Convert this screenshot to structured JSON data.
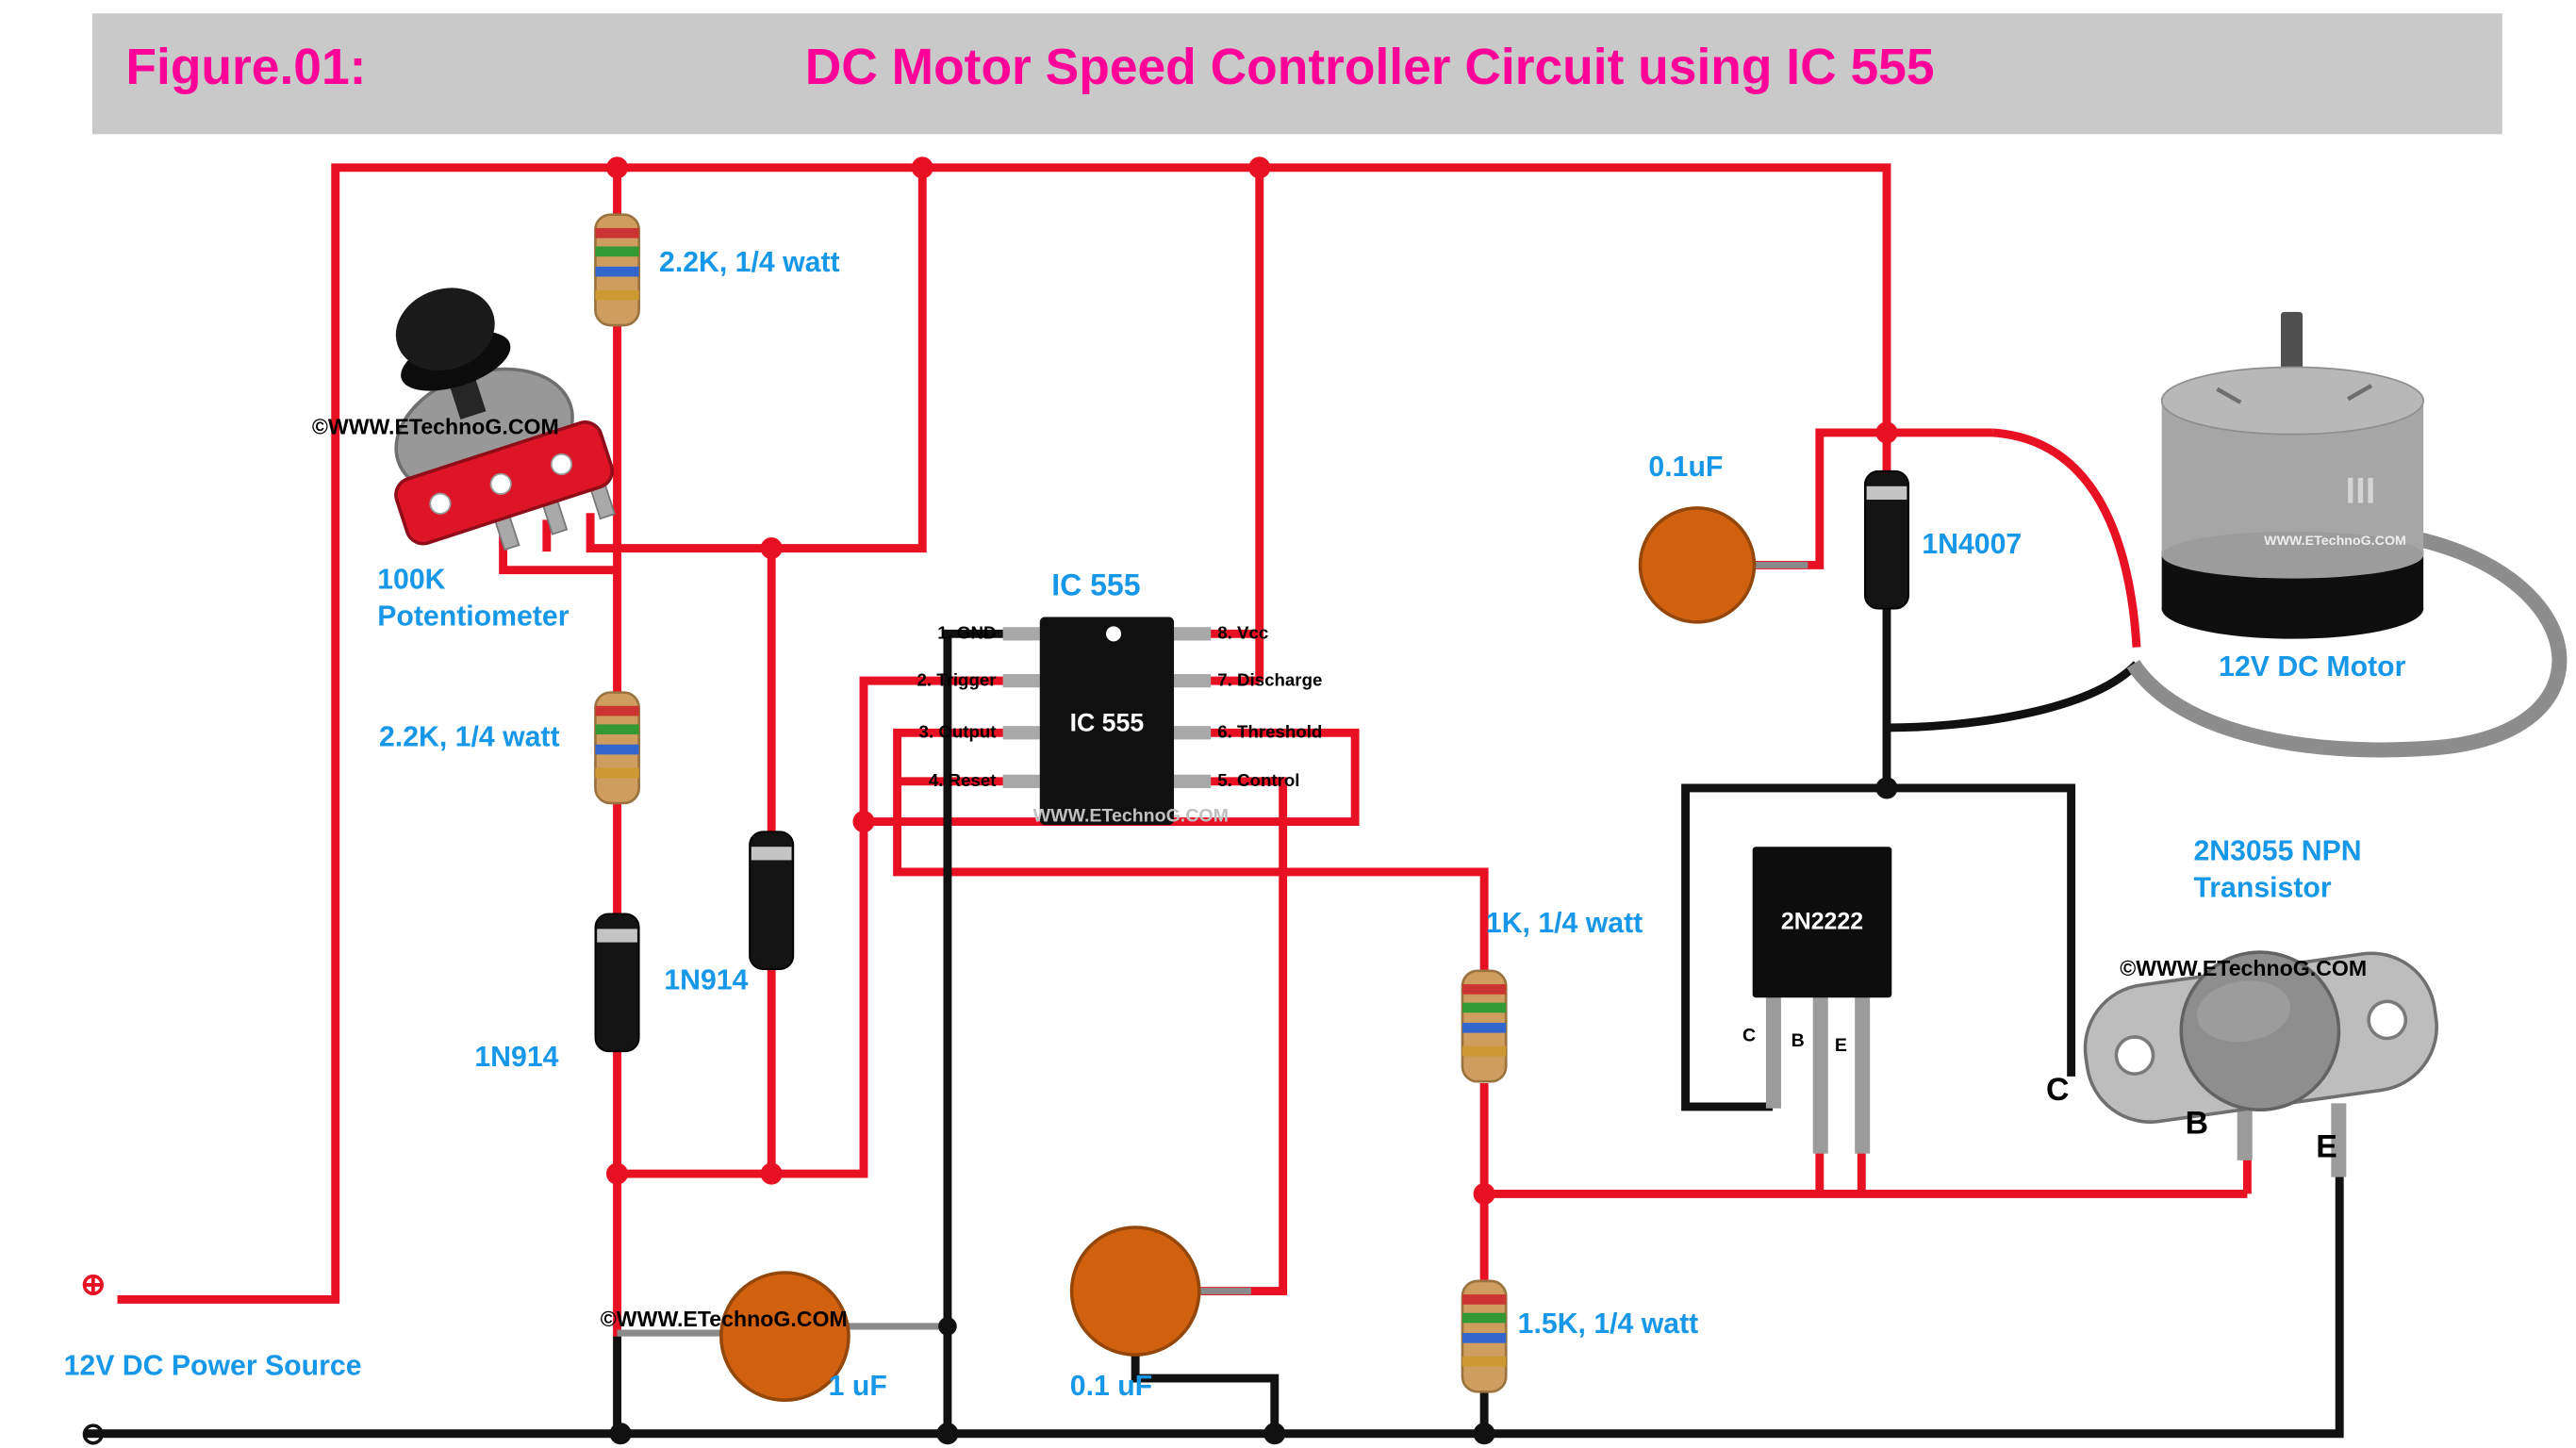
{
  "title_bar": {
    "figure": "Figure.01:",
    "title": "DC Motor Speed Controller Circuit using IC 555"
  },
  "labels": {
    "r1": "2.2K, 1/4 watt",
    "pot": "100K\nPotentiometer",
    "r2": "2.2K, 1/4 watt",
    "d1": "1N914",
    "d2": "1N914",
    "ic": "IC 555",
    "ic_chip": "IC 555",
    "cap3": "0.1uF",
    "d3": "1N4007",
    "motor": "12V DC Motor",
    "r3": "1K, 1/4 watt",
    "q1": "2N2222",
    "q1_c": "C",
    "q1_b": "B",
    "q1_e": "E",
    "q2": "2N3055 NPN\nTransistor",
    "q2_c": "C",
    "q2_b": "B",
    "q2_e": "E",
    "cap1": "1 uF",
    "cap2": "0.1 uF",
    "r4": "1.5K, 1/4 watt",
    "source": "12V DC Power Source",
    "plus": "⊕",
    "minus": "⊖"
  },
  "ic_pins": {
    "p1": "1. GND",
    "p2": "2. Trigger",
    "p3": "3. Output",
    "p4": "4. Reset",
    "p8": "8. Vcc",
    "p7": "7. Discharge",
    "p6": "6. Threshold",
    "p5": "5. Control"
  },
  "watermarks": {
    "pot": "©WWW.ETechnoG.COM",
    "ic": "WWW.ETechnoG.COM",
    "cap1": "©WWW.ETechnoG.COM",
    "q2": "©WWW.ETechnoG.COM",
    "motor": "WWW.ETechnoG.COM"
  },
  "colors": {
    "wire_red": "#e81123",
    "wire_black": "#111111",
    "label_blue": "#1797e8",
    "title_magenta": "#ff0099",
    "titlebar_gray": "#c9c9c9",
    "cap_orange": "#d2610f",
    "resistor_tan": "#cf9e5f"
  }
}
